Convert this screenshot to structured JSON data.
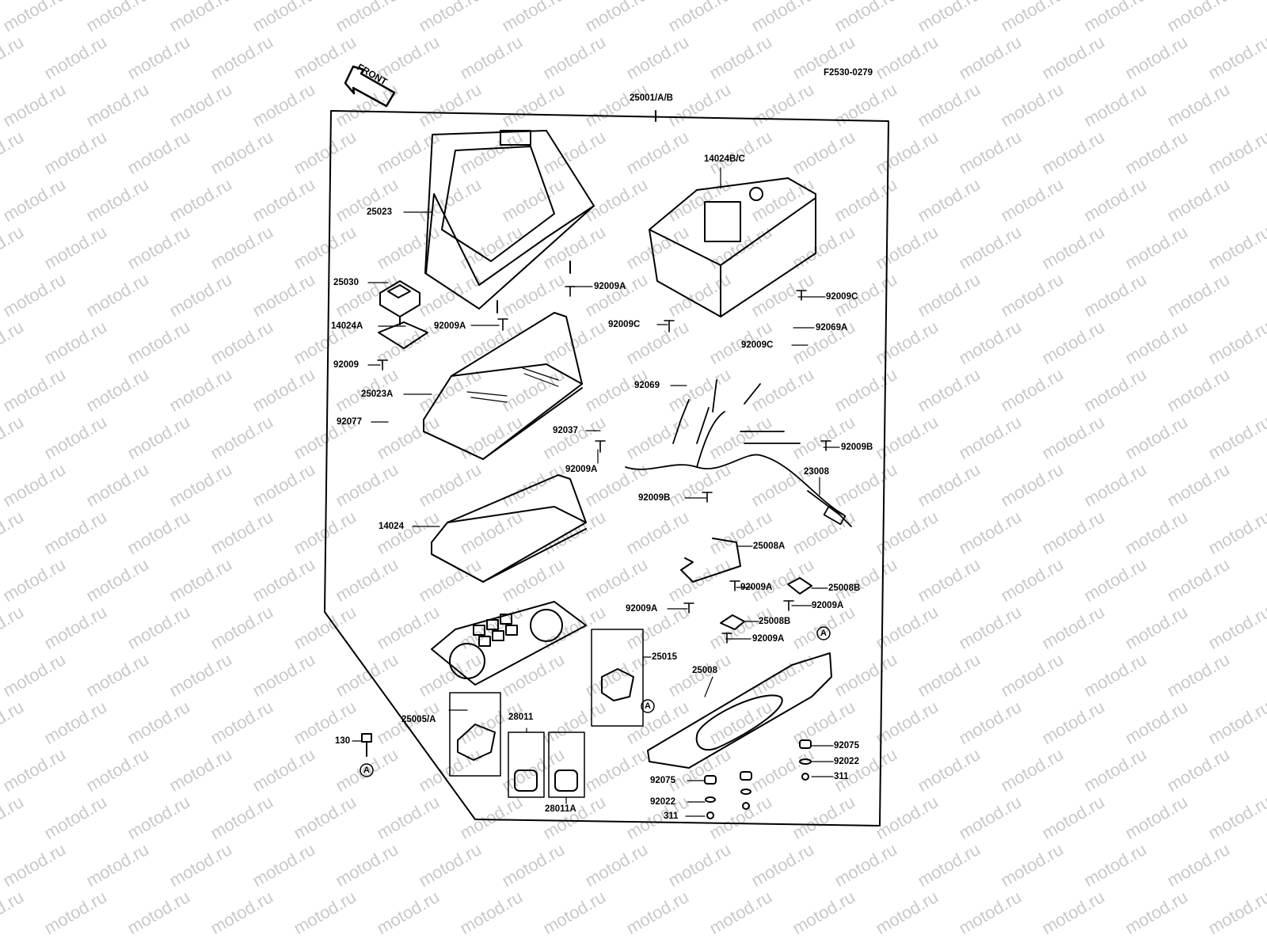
{
  "diagram": {
    "ref_code": "F2530-0279",
    "watermark": "motod.ru",
    "front_label": "FRONT",
    "assembly_label": "25001/A/B",
    "parts": {
      "p25023": "25023",
      "p25030": "25030",
      "p14024A": "14024A",
      "p92009A_a": "92009A",
      "p92009": "92009",
      "p25023A": "25023A",
      "p92077": "92077",
      "p92037": "92037",
      "p92009A_b": "92009A",
      "p14024": "14024",
      "p25005A": "25005/A",
      "p28011": "28011",
      "p28011A": "28011A",
      "p130": "130",
      "p14024BC": "14024B/C",
      "p92009A_c": "92009A",
      "p92009C_a": "92009C",
      "p92009C_b": "92009C",
      "p92069A": "92069A",
      "p92009C_c": "92009C",
      "p92069": "92069",
      "p92009B_a": "92009B",
      "p23008": "23008",
      "p92009B_b": "92009B",
      "p25008A": "25008A",
      "p92009A_d": "92009A",
      "p25008B_a": "25008B",
      "p92009A_e": "92009A",
      "p92009A_f": "92009A",
      "p25008B_b": "25008B",
      "p92009A_g": "92009A",
      "p25015": "25015",
      "p25008": "25008",
      "p92075_a": "92075",
      "p92022_a": "92022",
      "p311_a": "311",
      "p92075_b": "92075",
      "p92022_b": "92022",
      "p311_b": "311"
    },
    "ref_marks": {
      "a1": "A",
      "a2": "A",
      "a3": "A"
    }
  }
}
